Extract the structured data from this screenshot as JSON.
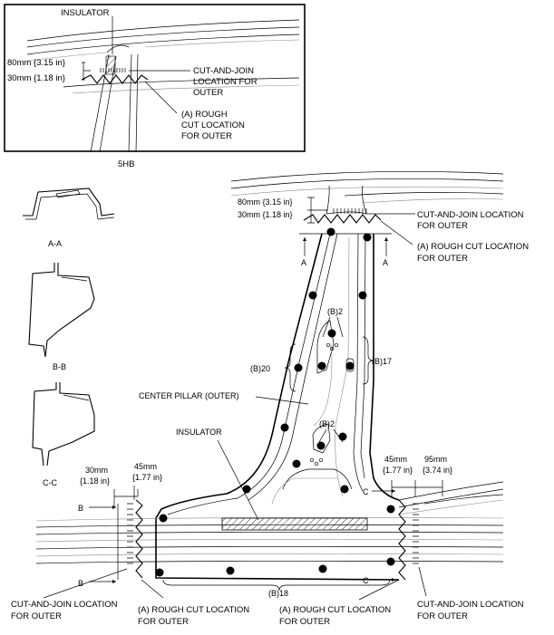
{
  "inset": {
    "insulator": "INSULATOR",
    "dim_80": "80mm {3.15 in}",
    "dim_30": "30mm {1.18 in}",
    "cut_join_1": "CUT-AND-JOIN",
    "cut_join_2": "LOCATION FOR",
    "cut_join_3": "OUTER",
    "rough_1": "(A) ROUGH",
    "rough_2": "CUT LOCATION",
    "rough_3": "FOR OUTER",
    "caption": "5HB"
  },
  "sections": {
    "aa": "A-A",
    "bb": "B-B",
    "cc": "C-C"
  },
  "main": {
    "dim_80": "80mm {3.15 in}",
    "dim_30": "30mm {1.18 in}",
    "cut_join_top_1": "CUT-AND-JOIN LOCATION",
    "cut_join_top_2": "FOR OUTER",
    "rough_top_1": "(A) ROUGH CUT LOCATION",
    "rough_top_2": "FOR OUTER",
    "arrow_a": "A",
    "b2": "(B)2",
    "b20": "(B)20",
    "b17": "(B)17",
    "b18": "(B)18",
    "center_pillar": "CENTER PILLAR (OUTER)",
    "insulator": "INSULATOR",
    "arrow_b": "B",
    "arrow_c": "C",
    "dim_left_30_1": "30mm",
    "dim_left_30_2": "{1.18 in}",
    "dim_left_45_1": "45mm",
    "dim_left_45_2": "{1.77 in}",
    "dim_right_45_1": "45mm",
    "dim_right_45_2": "{1.77 in}",
    "dim_right_95_1": "95mm",
    "dim_right_95_2": "{3.74 in}",
    "bl_cut_1": "CUT-AND-JOIN LOCATION",
    "bl_cut_2": "FOR OUTER",
    "bl_rough_1": "(A) ROUGH CUT LOCATION",
    "bl_rough_2": "FOR OUTER",
    "br_rough_1": "(A) ROUGH CUT LOCATION",
    "br_rough_2": "FOR OUTER",
    "br_cut_1": "CUT-AND-JOIN LOCATION",
    "br_cut_2": "FOR OUTER"
  }
}
